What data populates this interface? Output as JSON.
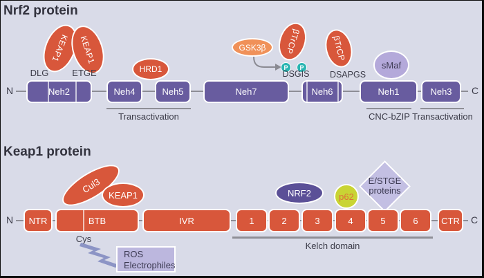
{
  "colors": {
    "background": "#d9dbe8",
    "purple_domain": "#685c9f",
    "red_domain": "#d8573b",
    "orange_gsk3b": "#f09159",
    "teal_phospho": "#2ab5b2",
    "lavender_smaf": "#b4a9da",
    "lavender_diamond": "#c3bfe3",
    "yellow_green_p62": "#c9d434",
    "nrf2_purple": "#5b5097",
    "line_grey": "#8e8e96",
    "text_dark": "#3c3c49"
  },
  "nrf2": {
    "title": "Nrf2 protein",
    "n_terminus": "N",
    "c_terminus": "C",
    "keap1_left": "KEAP1",
    "keap1_right": "KEAP1",
    "dlg": "DLG",
    "etge": "ETGE",
    "hrd1": "HRD1",
    "gsk3b": "GSK3β",
    "btrcp_1": "βTrCP",
    "btrcp_2": "βTrCP",
    "phospho_1": "P",
    "phospho_2": "P",
    "dsgis": "DSGIS",
    "dsapgs": "DSAPGS",
    "smaf": "sMaf",
    "domains": {
      "neh2": "Neh2",
      "neh4": "Neh4",
      "neh5": "Neh5",
      "neh7": "Neh7",
      "neh6": "Neh6",
      "neh1": "Neh1",
      "neh3": "Neh3"
    },
    "bracket_transactivation_1": "Transactivation",
    "bracket_cnc_bzip": "CNC-bZIP",
    "bracket_transactivation_2": "Transactivation"
  },
  "keap1": {
    "title": "Keap1 protein",
    "n_terminus": "N",
    "c_terminus": "C",
    "cul3": "Cul3",
    "keap1_oval": "KEAP1",
    "nrf2_oval": "NRF2",
    "p62": "p62",
    "estge_line1": "E/STGE",
    "estge_line2": "proteins",
    "cys": "Cys",
    "ros_line1": "ROS",
    "ros_line2": "Electrophiles",
    "domains": {
      "ntr": "NTR",
      "btb": "BTB",
      "ivr": "IVR",
      "ctr": "CTR"
    },
    "kelch_repeats": [
      "1",
      "2",
      "3",
      "4",
      "5",
      "6"
    ],
    "bracket_kelch": "Kelch domain"
  }
}
